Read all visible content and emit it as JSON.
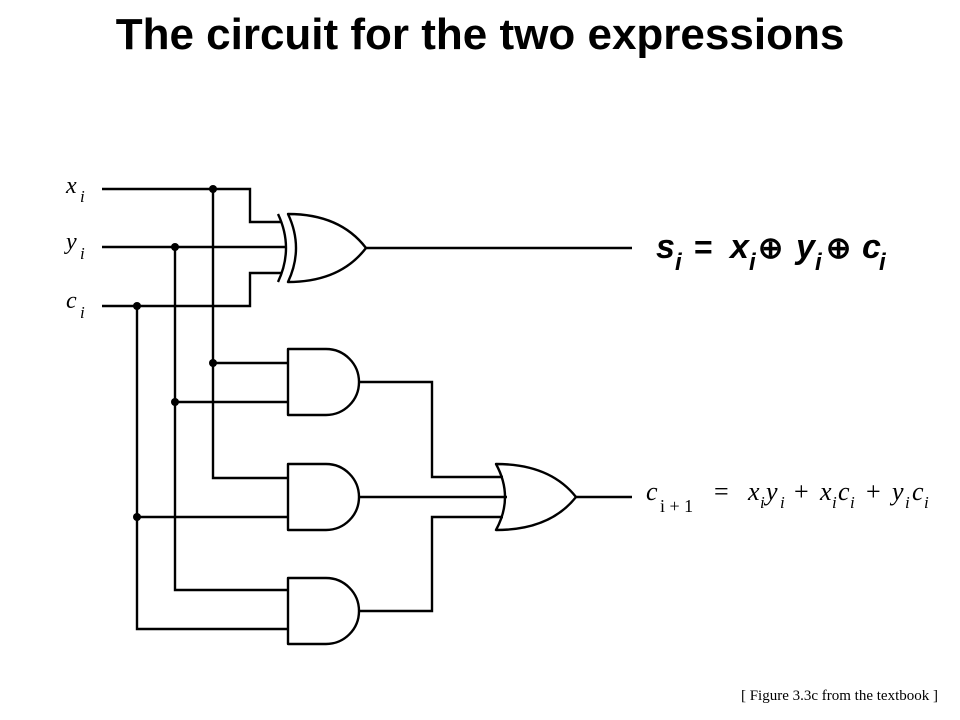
{
  "title": "The circuit for the two expressions",
  "caption": "[ Figure 3.3c from the textbook ]",
  "inputs": [
    {
      "var": "x",
      "sub": "i"
    },
    {
      "var": "y",
      "sub": "i"
    },
    {
      "var": "c",
      "sub": "i"
    }
  ],
  "sum_output": {
    "lhs_var": "s",
    "lhs_sub": "i",
    "equals": "=",
    "terms": [
      {
        "var": "x",
        "sub": "i"
      },
      {
        "var": "y",
        "sub": "i"
      },
      {
        "var": "c",
        "sub": "i"
      }
    ],
    "xor_symbol": "⊕"
  },
  "carry_output": {
    "lhs_var": "c",
    "lhs_sub": "i + 1",
    "equals": "=",
    "plus": "+",
    "products": [
      [
        {
          "var": "x",
          "sub": "i"
        },
        {
          "var": "y",
          "sub": "i"
        }
      ],
      [
        {
          "var": "x",
          "sub": "i"
        },
        {
          "var": "c",
          "sub": "i"
        }
      ],
      [
        {
          "var": "y",
          "sub": "i"
        },
        {
          "var": "c",
          "sub": "i"
        }
      ]
    ]
  }
}
